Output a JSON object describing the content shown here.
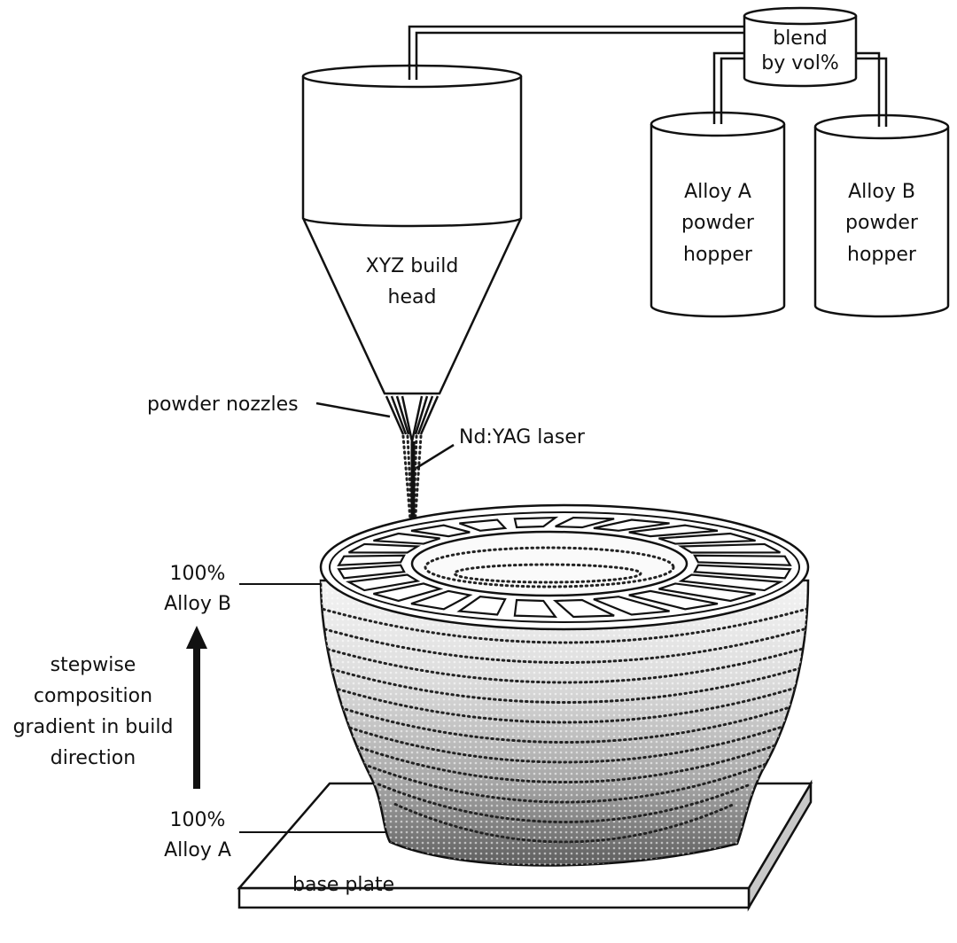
{
  "figure": {
    "title": "Directed energy deposition of a functionally graded part"
  },
  "labels": {
    "blend": [
      "blend",
      "by vol%"
    ],
    "hopper_a": [
      "Alloy A",
      "powder",
      "hopper"
    ],
    "hopper_b": [
      "Alloy B",
      "powder",
      "hopper"
    ],
    "build_head": [
      "XYZ build",
      "head"
    ],
    "powder_nozzles": "powder nozzles",
    "laser": "Nd:YAG laser",
    "top_composition": [
      "100%",
      "Alloy B"
    ],
    "bottom_composition": [
      "100%",
      "Alloy A"
    ],
    "gradient_note": [
      "stepwise",
      "composition",
      "gradient in build",
      "direction"
    ],
    "base_plate": "base plate"
  },
  "gradient": {
    "layer_count": 12,
    "top_color": "#f4f4f4",
    "bottom_color": "#6a6a6a"
  },
  "colors": {
    "ink": "#111111",
    "plate_side": "#c8c8c8",
    "background": "#ffffff"
  }
}
